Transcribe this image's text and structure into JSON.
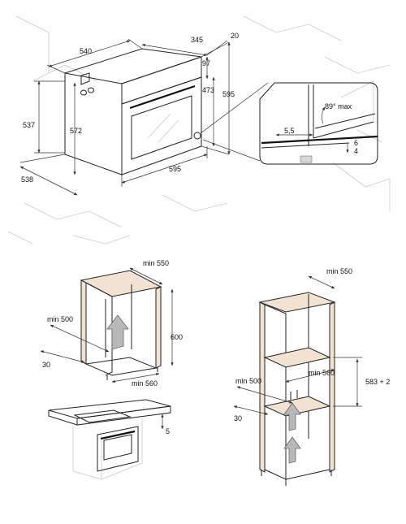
{
  "oven": {
    "width": "540",
    "depth": "345",
    "handle_offset": "20",
    "panel_height": "97",
    "door_height": "473",
    "total_height": "595",
    "body_height": "537",
    "inner_height": "572",
    "body_depth": "538",
    "front_width": "595"
  },
  "detail": {
    "angle": "89° max",
    "gap": "5,5",
    "top_value": "6",
    "bottom_value": "4"
  },
  "undercounter": {
    "depth": "min 550",
    "rear_gap": "min 500",
    "rear_offset": "30",
    "height": "600",
    "width": "min 560"
  },
  "worktop": {
    "offset": "5"
  },
  "column": {
    "depth": "min 550",
    "width": "min 560",
    "niche_height": "583 + 2",
    "rear_gap": "min 500",
    "rear_offset": "30"
  }
}
